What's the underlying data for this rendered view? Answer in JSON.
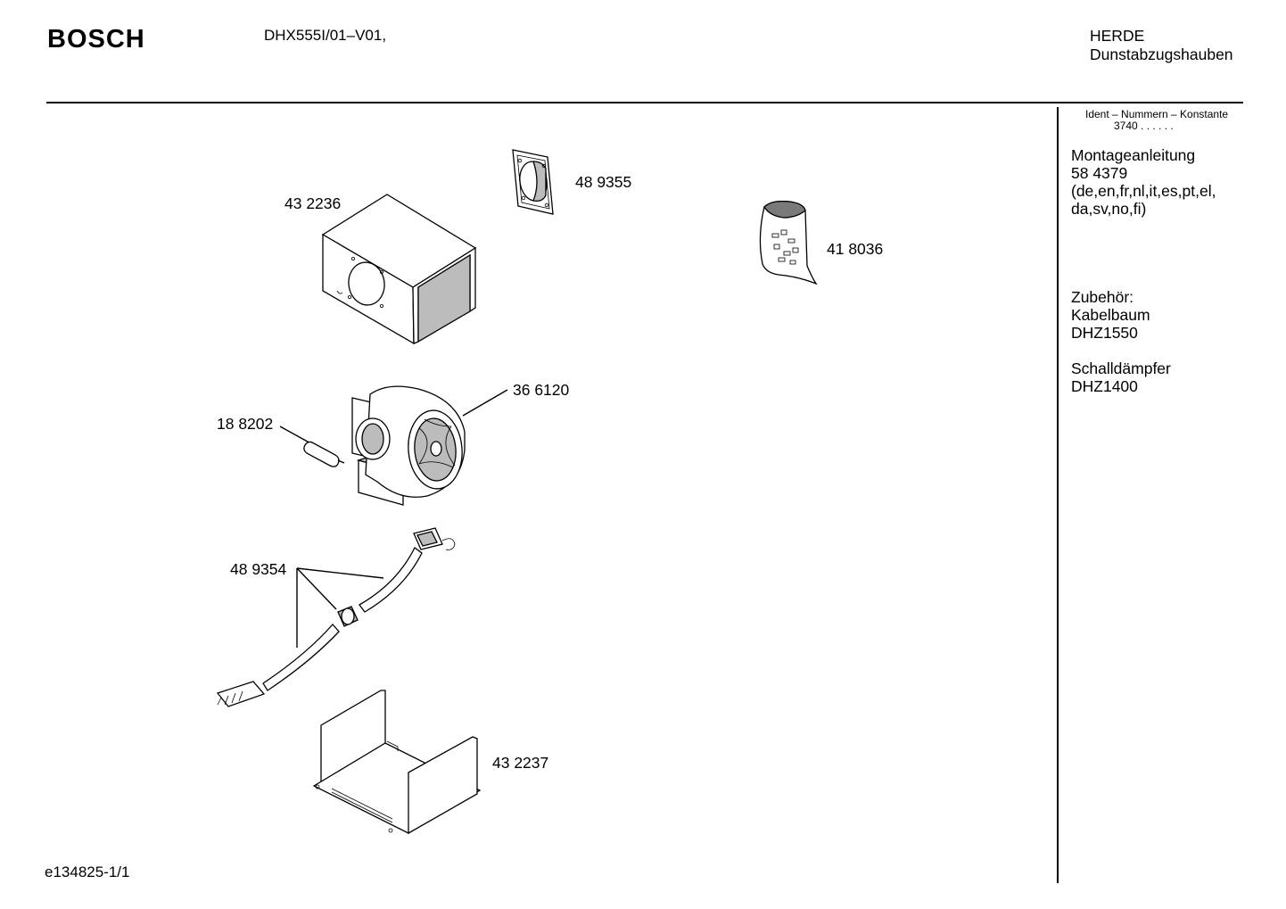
{
  "header": {
    "brand": "BOSCH",
    "model": "DHX555I/01–V01,",
    "category_line1": "HERDE",
    "category_line2": "Dunstabzugshauben"
  },
  "ident": {
    "label": "Ident – Nummern – Konstante",
    "value": "3740  . .    . . . ."
  },
  "sidebar": {
    "manual_title": "Montageanleitung",
    "manual_number": "58 4379",
    "manual_langs_line1": "(de,en,fr,nl,it,es,pt,el,",
    "manual_langs_line2": "da,sv,no,fi)",
    "accessories_title": "Zubehör:",
    "acc1_name": "Kabelbaum",
    "acc1_code": "DHZ1550",
    "acc2_name": "Schalldämpfer",
    "acc2_code": "DHZ1400"
  },
  "parts": [
    {
      "number": "43 2236",
      "item": "housing-hood"
    },
    {
      "number": "48 9355",
      "item": "duct-flange"
    },
    {
      "number": "41 8036",
      "item": "screw-bag"
    },
    {
      "number": "36 6120",
      "item": "blower-fan"
    },
    {
      "number": "18 8202",
      "item": "capacitor"
    },
    {
      "number": "48 9354",
      "item": "cable-harness"
    },
    {
      "number": "43 2237",
      "item": "mounting-bracket"
    }
  ],
  "footer": {
    "doc_id": "e134825-1/1"
  }
}
